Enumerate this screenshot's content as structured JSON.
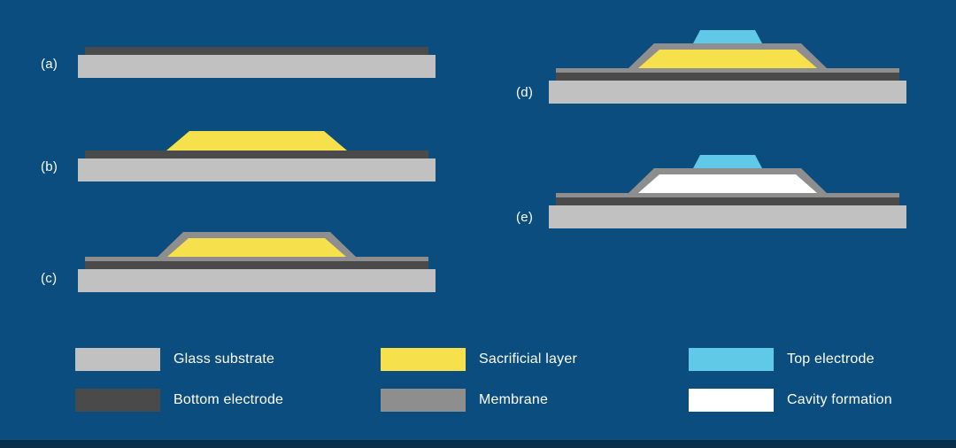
{
  "diagram_title": "Fabrication process steps diagram",
  "colors": {
    "background": "#0a4d7e",
    "footer": "#072f4a",
    "text": "#ffffff",
    "glass_substrate": "#c1c1c1",
    "bottom_electrode": "#4a4a4a",
    "sacrificial_layer": "#f6e04b",
    "membrane": "#8e8e8e",
    "top_electrode": "#5fc9e7",
    "cavity": "#ffffff"
  },
  "panels": [
    {
      "label": "(a)"
    },
    {
      "label": "(b)"
    },
    {
      "label": "(c)"
    },
    {
      "label": "(d)"
    },
    {
      "label": "(e)"
    }
  ],
  "legend": [
    {
      "label": "Glass substrate"
    },
    {
      "label": "Bottom electrode"
    },
    {
      "label": "Sacrificial layer"
    },
    {
      "label": "Membrane"
    },
    {
      "label": "Top electrode"
    },
    {
      "label": "Cavity formation"
    }
  ]
}
